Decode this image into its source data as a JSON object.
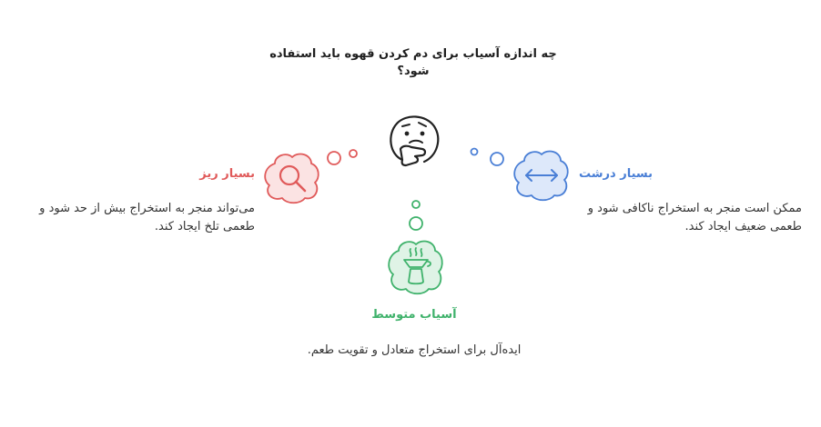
{
  "title": "چه اندازه آسیاب برای دم کردن قهوه باید استفاده شود؟",
  "central_icon": "thinking-face-icon",
  "options": {
    "fine": {
      "label": "بسیار ریز",
      "description": "می‌تواند منجر به استخراج بیش از حد شود و طعمی تلخ ایجاد کند.",
      "icon": "magnifier-icon",
      "color": "#e05a5a",
      "fill": "#fbe3e3"
    },
    "coarse": {
      "label": "بسیار درشت",
      "description": "ممکن است منجر به استخراج ناکافی شود و طعمی ضعیف ایجاد کند.",
      "icon": "arrows-horizontal-icon",
      "color": "#4a7fd6",
      "fill": "#dde8fa"
    },
    "medium": {
      "label": "آسیاب متوسط",
      "description": "ایده‌آل برای استخراج متعادل و تقویت طعم.",
      "icon": "coffee-dripper-icon",
      "color": "#3fb26b",
      "fill": "#dff3e6"
    }
  }
}
